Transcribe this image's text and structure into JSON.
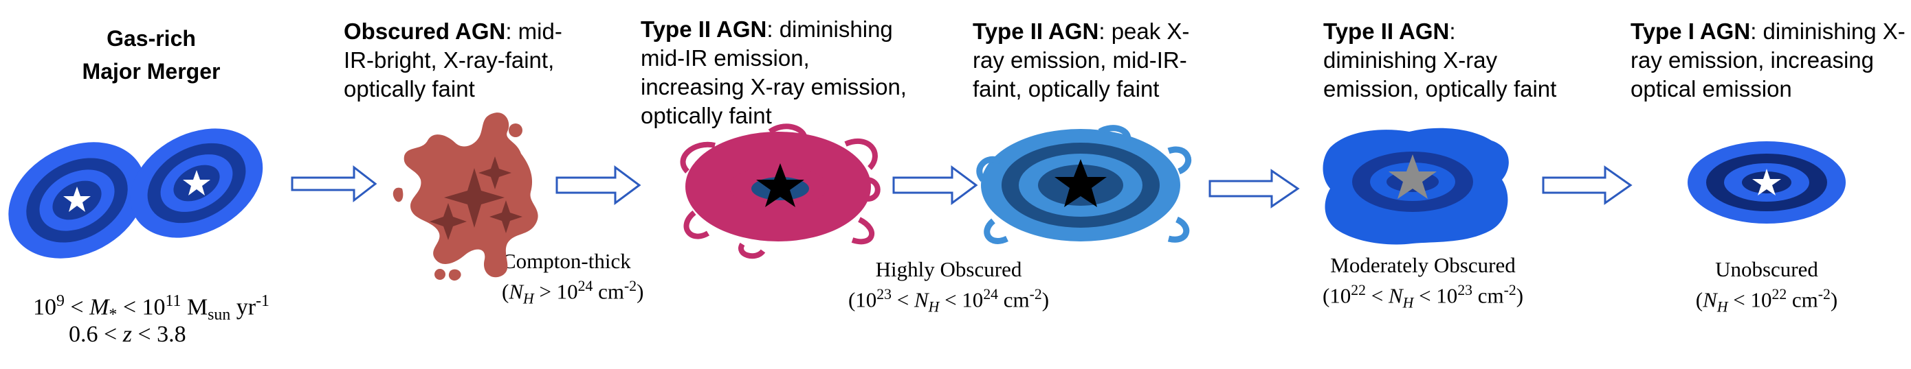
{
  "stages": [
    {
      "title": "Gas-rich\nMajor Merger",
      "conditions": {
        "mass_parts": [
          "10",
          "9",
          " < ",
          "M",
          "*",
          " < 10",
          "11",
          " M",
          "sun",
          " yr",
          "-1"
        ],
        "redshift_parts": [
          "0.6 < ",
          "z",
          " < 3.8"
        ]
      }
    },
    {
      "bold": "Obscured AGN",
      "text": ": mid-IR-bright, X-ray-faint, optically faint",
      "label": "Compton-thick",
      "column_density_parts": [
        "(",
        "N",
        "H",
        " > 10",
        "24",
        " cm",
        "-2",
        ")"
      ]
    },
    {
      "bold": "Type II AGN",
      "text": ": diminishing mid-IR emission, increasing X-ray emission, optically faint"
    },
    {
      "bold": "Type II AGN",
      "text": ": peak X-ray emission, mid-IR-faint, optically faint",
      "label": "Highly Obscured",
      "column_density_parts": [
        "(10",
        "23",
        " < ",
        "N",
        "H",
        " < 10",
        "24",
        " cm",
        "-2",
        ")"
      ]
    },
    {
      "bold": "Type II AGN",
      "text": ": diminishing X-ray emission, optically faint",
      "label": "Moderately Obscured",
      "column_density_parts": [
        "(10",
        "22",
        " < ",
        "N",
        "H",
        " < 10",
        "23",
        " cm",
        "-2",
        ")"
      ]
    },
    {
      "bold": "Type I AGN",
      "text": ": diminishing X-ray emission, increasing optical emission",
      "label": "Unobscured",
      "column_density_parts": [
        "(",
        "N",
        "H",
        " < 10",
        "22",
        " cm",
        "-2",
        ")"
      ]
    }
  ],
  "colors": {
    "merger_outer": "#2f63f0",
    "merger_mid": "#163a9c",
    "dust_red": "#b9574f",
    "dust_red_dark": "#7a3430",
    "magenta": "#c22e6c",
    "light_blue": "#3f8fd8",
    "dark_blue": "#1d4f86",
    "bright_blue": "#1d5fe0",
    "unobscured_blue": "#2a63ea",
    "unobscured_dark": "#0f2a78",
    "arrow": "#2c5bbf",
    "star_white": "#ffffff",
    "star_black": "#000000",
    "star_gray": "#8c8c8c"
  }
}
